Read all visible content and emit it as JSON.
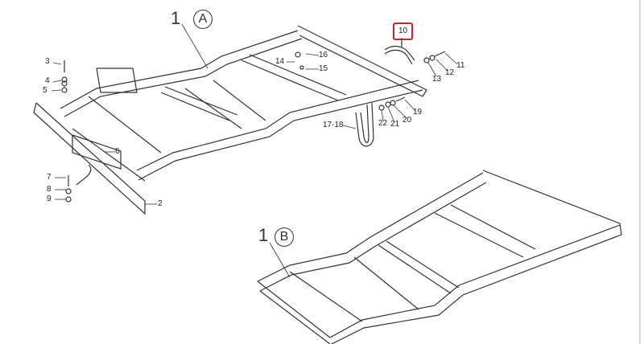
{
  "diagram": {
    "view_a": {
      "number": "1",
      "letter": "A"
    },
    "view_b": {
      "number": "1",
      "letter": "B"
    },
    "highlight_color": "#d0202e",
    "callouts": {
      "c2": "2",
      "c3": "3",
      "c4": "4",
      "c5": "5",
      "c6": "6",
      "c7": "7",
      "c8": "8",
      "c9": "9",
      "c10": "10",
      "c11": "11",
      "c12": "12",
      "c13": "13",
      "c14": "14",
      "c15": "15",
      "c16": "16",
      "c17_18": "17-18",
      "c19": "19",
      "c20": "20",
      "c21": "21",
      "c22": "22"
    }
  }
}
